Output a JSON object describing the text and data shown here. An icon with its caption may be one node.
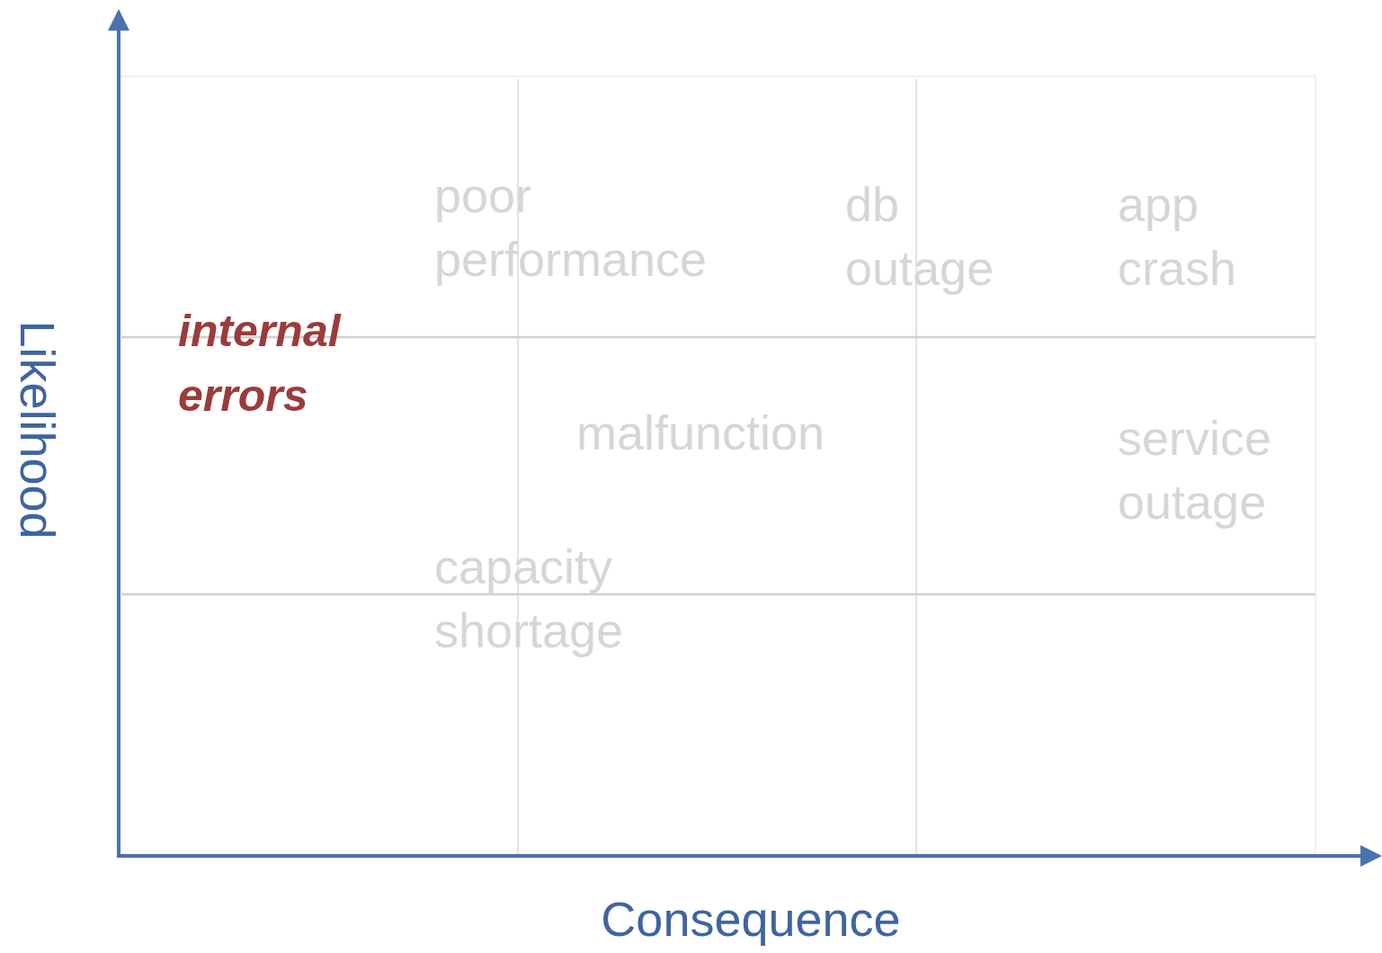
{
  "diagram": {
    "labels": [
      "poor performance",
      "db outage",
      "app crash",
      "internal errors",
      "malfunction",
      "service outage",
      "capacity shortage",
      "Likelihood",
      "Consequence"
    ]
  }
}
